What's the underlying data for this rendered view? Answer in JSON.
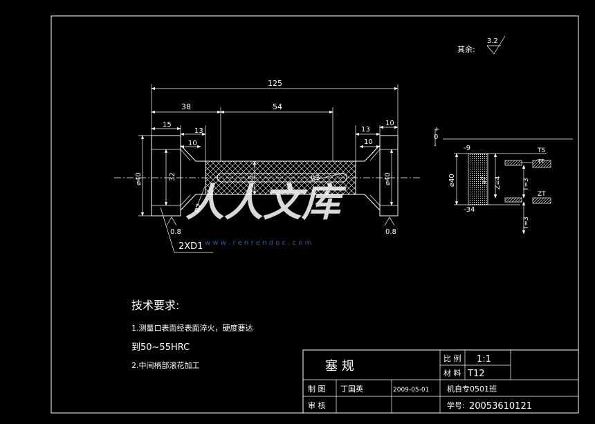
{
  "roughness": {
    "prefix": "其余:",
    "value": "3.2"
  },
  "dimensions": {
    "overall": "125",
    "left_body": "38",
    "middle": "54",
    "left_flange": "15",
    "left_step": "13",
    "left_taper": "10",
    "right_step": "13",
    "right_flange": "10",
    "right_taper": "10",
    "left_diameter": "⌀40",
    "inner_diameter": "32",
    "neck_diameter": "15",
    "right_diameter": "⌀40",
    "radius_small": "R3",
    "radius_left": "R2",
    "left_rough": "0.8",
    "right_rough": "0.8",
    "center_hole": "2XD1"
  },
  "tolerance": {
    "plus": "+",
    "zero": "0",
    "minus": "-",
    "upper": "-9",
    "lower": "-34",
    "diameter": "⌀40",
    "shaft_d": "⌀7",
    "z4": "Z=4",
    "t3a": "T=3",
    "t3b": "T=3",
    "ts": "TS",
    "tt": "TT",
    "zt": "ZT"
  },
  "tech": {
    "heading": "技术要求:",
    "line1": "1.测量口表面经表面淬火，硬度要达",
    "line2": "到50~55HRC",
    "line3": "2.中间柄部滚花加工"
  },
  "watermark": {
    "text": "人人文库",
    "url": "w w w . r e n r e n d o c . c o m"
  },
  "titleblock": {
    "name": "塞    规",
    "scale_label": "比  例",
    "scale_value": "1:1",
    "material_label": "材  料",
    "material_value": "T12",
    "drawer_label": "制  图",
    "drawer_name": "丁国英",
    "date": "2009-05-01",
    "class": "机自专0501班",
    "checker_label": "审  核",
    "student_label": "学号:",
    "student_id": "20053610121"
  }
}
